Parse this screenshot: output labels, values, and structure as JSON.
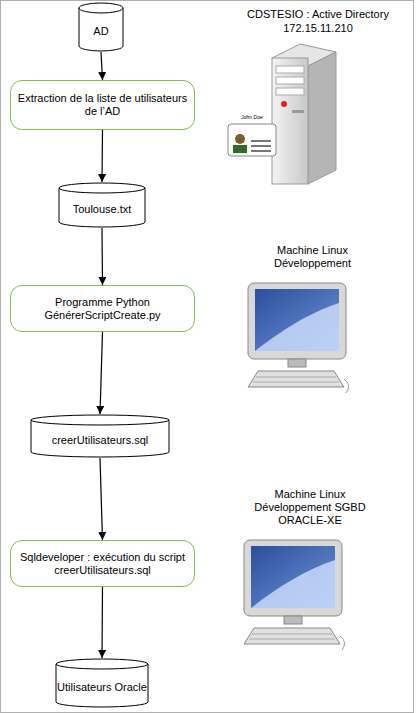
{
  "diagram": {
    "nodes": [
      {
        "text": [
          "AD"
        ]
      },
      {
        "text": [
          "Extraction de la liste de utilisateurs de l’AD"
        ]
      },
      {
        "text": [
          "Toulouse.txt"
        ]
      },
      {
        "text": [
          "Programme Python GénérerScriptCreate.py"
        ]
      },
      {
        "text": [
          "creerUtilisateurs.sql"
        ]
      },
      {
        "text": [
          "Sqldeveloper : exécution du script creerUtilisateurs.sql"
        ]
      },
      {
        "text": [
          "Utilisateurs Oracle"
        ]
      }
    ],
    "edges": [
      {
        "from": 0,
        "to": 1,
        "arrow": "to"
      },
      {
        "from": 1,
        "to": 2,
        "arrow": "to"
      },
      {
        "from": 2,
        "to": 3,
        "arrow": "to"
      },
      {
        "from": 3,
        "to": 4,
        "arrow": "to"
      },
      {
        "from": 4,
        "to": 5,
        "arrow": "to"
      },
      {
        "from": 5,
        "to": 6,
        "arrow": "to"
      }
    ],
    "labels": [
      "CDSTESIO : Active Directory",
      "172.15.11.210",
      "John Doe",
      "Machine Linux Développement",
      "Machine Linux Développement SGBD ORACLE-XE"
    ]
  }
}
